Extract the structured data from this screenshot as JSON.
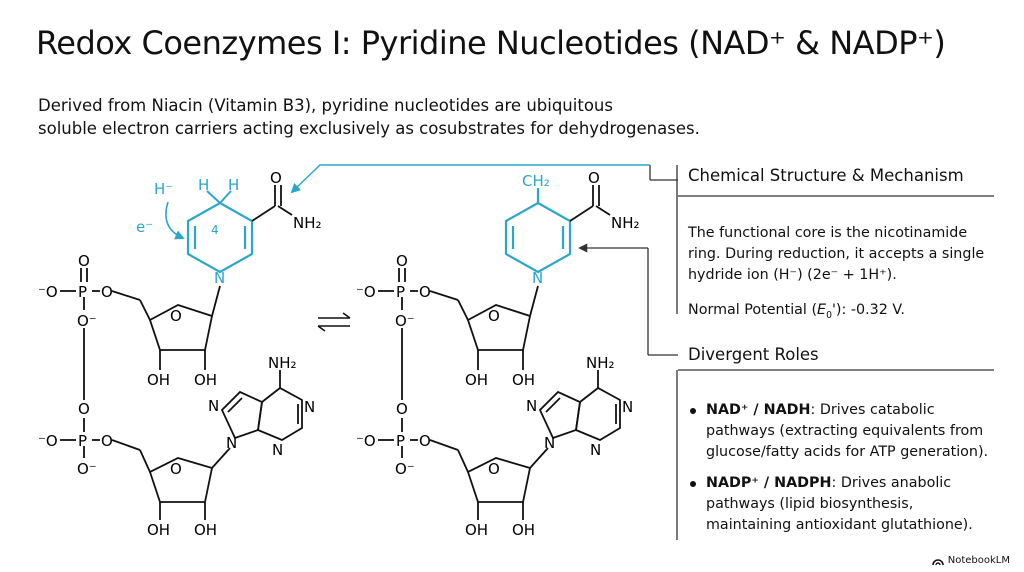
{
  "title": "Redox Coenzymes I: Pyridine Nucleotides (NAD⁺ & NADP⁺)",
  "subtitle_line1": "Derived from Niacin (Vitamin B3), pyridine nucleotides are ubiquitous",
  "subtitle_line2": "soluble electron carriers acting exclusively as cosubstrates for dehydrogenases.",
  "colors": {
    "accent": "#2AA7C9",
    "text": "#111111",
    "line": "#333333"
  },
  "molecule_labels": {
    "hydride": "H⁻",
    "electron": "e⁻",
    "h": "H",
    "carbon_number": "4",
    "carbonyl_o": "O",
    "amide": "NH₂",
    "ring_n": "N",
    "ch2": "CH₂",
    "phosphate_o": "O",
    "phosphate_o_minus": "⁻O",
    "phosphate_p": "P",
    "phosphate_o_down": "O⁻",
    "bridge_o": "O",
    "ribose_o": "O",
    "hydroxyl": "OH",
    "adenine_amine": "NH₂",
    "adenine_n": "N"
  },
  "panel1": {
    "heading": "Chemical Structure & Mechanism",
    "text1": "The functional core is the nicotinamide ring. During reduction, it accepts a single hydride ion (H⁻) (2e⁻ + 1H⁺).",
    "text2_prefix": "Normal Potential (",
    "text2_symbol": "E",
    "text2_sub": "0",
    "text2_suffix": "'): -0.32 V."
  },
  "panel2": {
    "heading": "Divergent Roles",
    "items": [
      {
        "term": "NAD⁺ / NADH",
        "desc": ": Drives catabolic pathways (extracting equivalents from glucose/fatty acids for ATP generation)."
      },
      {
        "term": "NADP⁺ / NADPH",
        "desc": ": Drives anabolic pathways (lipid biosynthesis, maintaining antioxidant glutathione)."
      }
    ]
  },
  "brand": "NotebookLM"
}
